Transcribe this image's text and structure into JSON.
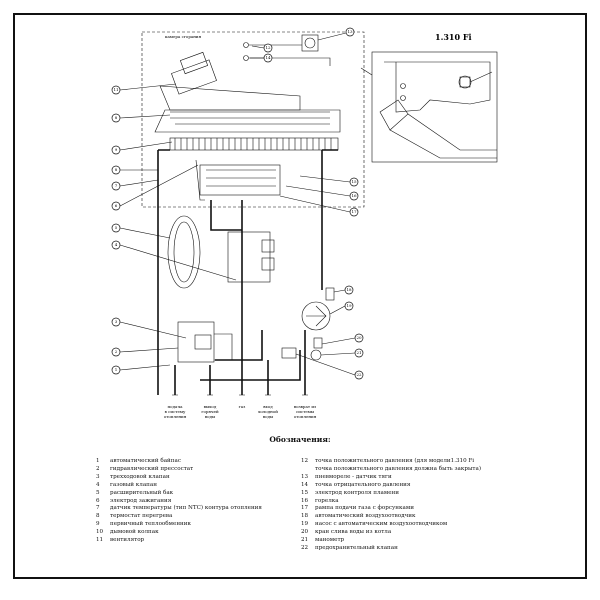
{
  "inset_title": "1.310 Fi",
  "chamber_label": "камера сгорания",
  "callouts": [
    "1",
    "2",
    "3",
    "4",
    "5",
    "6",
    "7",
    "8",
    "9",
    "10",
    "11",
    "12",
    "13",
    "14",
    "15",
    "16",
    "17",
    "18",
    "19",
    "20",
    "21",
    "22"
  ],
  "bottom_labels": {
    "heating_supply": [
      "подача",
      "в систему",
      "отопления"
    ],
    "hot_water": [
      "выход",
      "горячей",
      "воды"
    ],
    "gas": [
      "газ"
    ],
    "cold_water": [
      "вход",
      "холодной",
      "воды"
    ],
    "heating_return": [
      "возврат из",
      "системы",
      "отопления"
    ]
  },
  "legend": {
    "title": "Обозначения:",
    "left": [
      {
        "num": "1",
        "text": "автоматический байпас"
      },
      {
        "num": "2",
        "text": "гидравлический прессостат"
      },
      {
        "num": "3",
        "text": "трехходовой клапан"
      },
      {
        "num": "4",
        "text": "газовый клапан"
      },
      {
        "num": "5",
        "text": "расширительный бак"
      },
      {
        "num": "6",
        "text": "электрод зажигания"
      },
      {
        "num": "7",
        "text": "датчик температуры (тип NTC) контура отопления"
      },
      {
        "num": "8",
        "text": "термостат перегрева"
      },
      {
        "num": "9",
        "text": "первичный теплообменник"
      },
      {
        "num": "10",
        "text": "дымовой колпак"
      },
      {
        "num": "11",
        "text": "вентилятор"
      }
    ],
    "right": [
      {
        "num": "12",
        "text": "точка положительного давления (для модели1.310 Fi",
        "sub": "точка положительного давления должна быть закрыта)"
      },
      {
        "num": "13",
        "text": "пневмореле - датчик тяги"
      },
      {
        "num": "14",
        "text": "точка отрицательного давления"
      },
      {
        "num": "15",
        "text": "электрод контроля пламени"
      },
      {
        "num": "16",
        "text": "горелка"
      },
      {
        "num": "17",
        "text": "рампа подачи газа с форсунками"
      },
      {
        "num": "18",
        "text": "автоматический воздухоотводчик"
      },
      {
        "num": "19",
        "text": "насос с автоматическим воздухоотводчиком"
      },
      {
        "num": "20",
        "text": "кран слива воды из котла"
      },
      {
        "num": "21",
        "text": "манометр"
      },
      {
        "num": "22",
        "text": "предохранительный клапан"
      }
    ]
  }
}
